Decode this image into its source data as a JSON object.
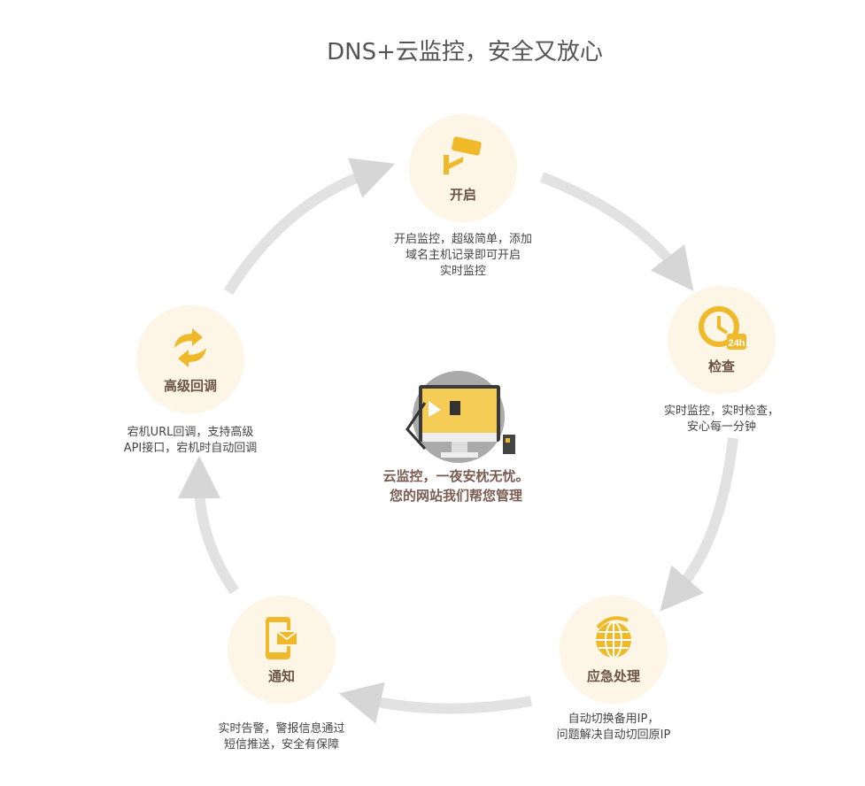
{
  "title": "DNS+云监控，安全又放心",
  "steps": [
    {
      "label": "开启",
      "icon": "camera-icon",
      "desc": [
        "开启监控，超级简单，添加",
        "域名主机记录即可开启",
        "实时监控"
      ]
    },
    {
      "label": "检查",
      "icon": "clock-24h-icon",
      "desc": [
        "实时监控，实时检查，",
        "安心每一分钟"
      ],
      "badge": "24h"
    },
    {
      "label": "应急处理",
      "icon": "globe-refresh-icon",
      "desc": [
        "自动切换备用IP，",
        "问题解决自动切回原IP"
      ]
    },
    {
      "label": "通知",
      "icon": "phone-mail-icon",
      "desc": [
        "实时告警，警报信息通过",
        "短信推送，安全有保障"
      ]
    },
    {
      "label": "高级回调",
      "icon": "refresh-icon",
      "desc": [
        "宕机URL回调，支持高级",
        "API接口，宕机时自动回调"
      ]
    }
  ],
  "center": {
    "line1": "云监控，一夜安枕无忧。",
    "line2": "您的网站我们帮您管理"
  },
  "colors": {
    "accent": "#f0b92a",
    "node_bg": "#fdf5e6",
    "arrow": "#d9d9d9"
  }
}
